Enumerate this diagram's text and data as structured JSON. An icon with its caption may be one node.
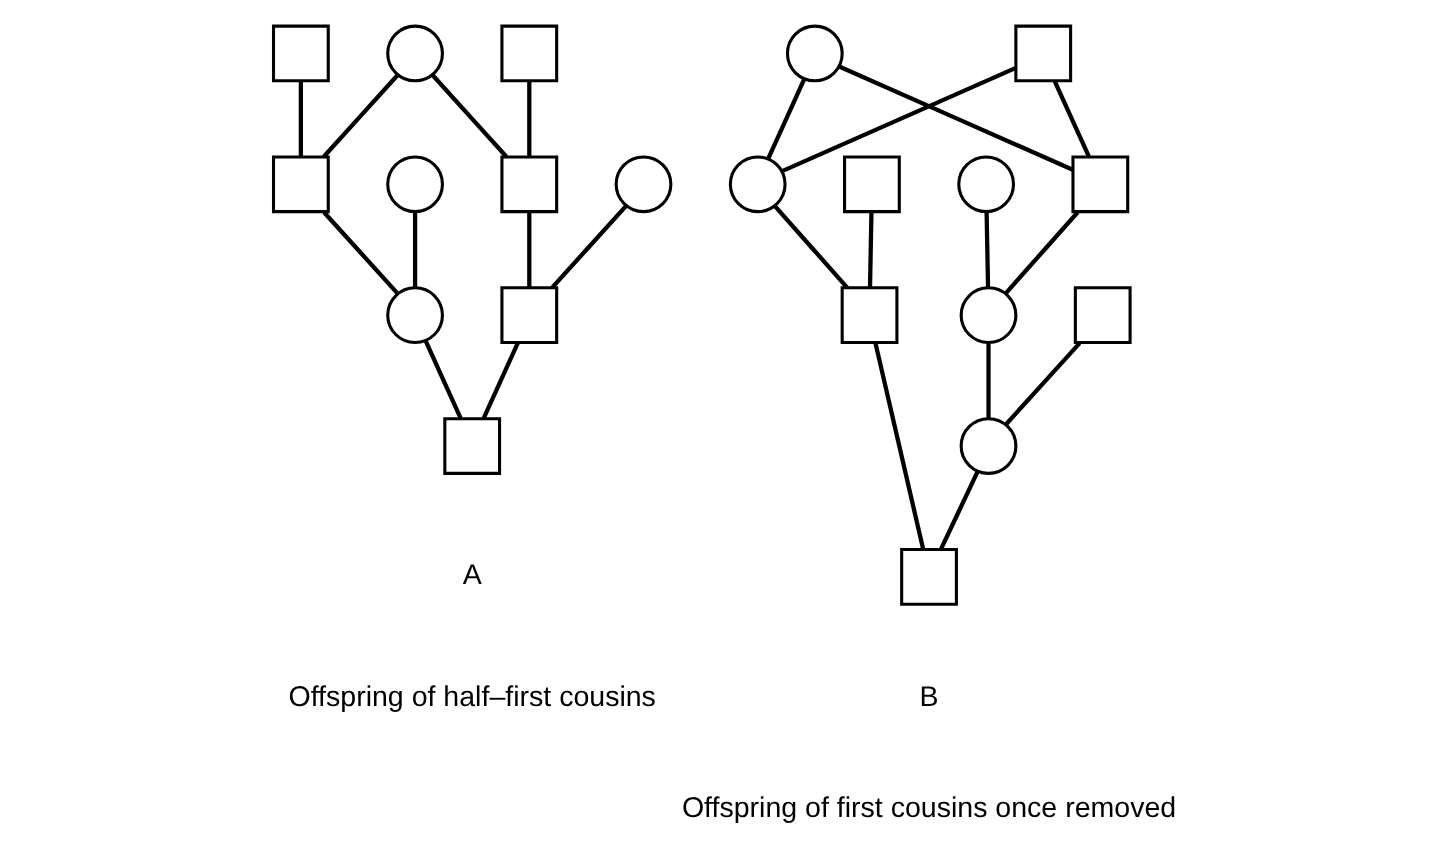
{
  "diagram": {
    "nodes": [
      {
        "text": [],
        "shape": "box"
      },
      {
        "text": [],
        "shape": "circle"
      },
      {
        "text": [],
        "shape": "box"
      },
      {
        "text": [],
        "shape": "circle"
      },
      {
        "text": [],
        "shape": "box"
      },
      {
        "text": [],
        "shape": "box"
      },
      {
        "text": [],
        "shape": "circle"
      },
      {
        "text": [],
        "shape": "circle"
      },
      {
        "text": [],
        "shape": "box"
      },
      {
        "text": [],
        "shape": "box",
        "beside": [
          "A",
          "Offspring of half–first cousins"
        ]
      },
      {
        "text": [],
        "shape": "circle"
      },
      {
        "text": [],
        "shape": "box"
      },
      {
        "text": [],
        "shape": "circle"
      },
      {
        "text": [],
        "shape": "box"
      },
      {
        "text": [],
        "shape": "circle"
      },
      {
        "text": [],
        "shape": "box"
      },
      {
        "text": [],
        "shape": "box"
      },
      {
        "text": [],
        "shape": "circle"
      },
      {
        "text": [],
        "shape": "box"
      },
      {
        "text": [],
        "shape": "circle"
      },
      {
        "text": [],
        "shape": "box",
        "beside": [
          "B",
          "Offspring of first cousins once removed"
        ]
      }
    ],
    "edges": [
      {
        "from": 0,
        "to": 4,
        "arrow": "none"
      },
      {
        "from": 1,
        "to": 4,
        "arrow": "none"
      },
      {
        "from": 1,
        "to": 5,
        "arrow": "none"
      },
      {
        "from": 2,
        "to": 5,
        "arrow": "none"
      },
      {
        "from": 3,
        "to": 7,
        "arrow": "none"
      },
      {
        "from": 4,
        "to": 7,
        "arrow": "none"
      },
      {
        "from": 5,
        "to": 8,
        "arrow": "none"
      },
      {
        "from": 6,
        "to": 8,
        "arrow": "none"
      },
      {
        "from": 7,
        "to": 9,
        "arrow": "none"
      },
      {
        "from": 8,
        "to": 9,
        "arrow": "none"
      },
      {
        "from": 10,
        "to": 13,
        "arrow": "none"
      },
      {
        "from": 10,
        "to": 14,
        "arrow": "none"
      },
      {
        "from": 11,
        "to": 13,
        "arrow": "none"
      },
      {
        "from": 11,
        "to": 14,
        "arrow": "none"
      },
      {
        "from": 12,
        "to": 17,
        "arrow": "none"
      },
      {
        "from": 13,
        "to": 17,
        "arrow": "none"
      },
      {
        "from": 14,
        "to": 18,
        "arrow": "none"
      },
      {
        "from": 15,
        "to": 18,
        "arrow": "none"
      },
      {
        "from": 16,
        "to": 19,
        "arrow": "none"
      },
      {
        "from": 17,
        "to": 19,
        "arrow": "none"
      },
      {
        "from": 19,
        "to": 20,
        "arrow": "none"
      },
      {
        "from": 18,
        "to": 20,
        "arrow": "none"
      }
    ]
  }
}
